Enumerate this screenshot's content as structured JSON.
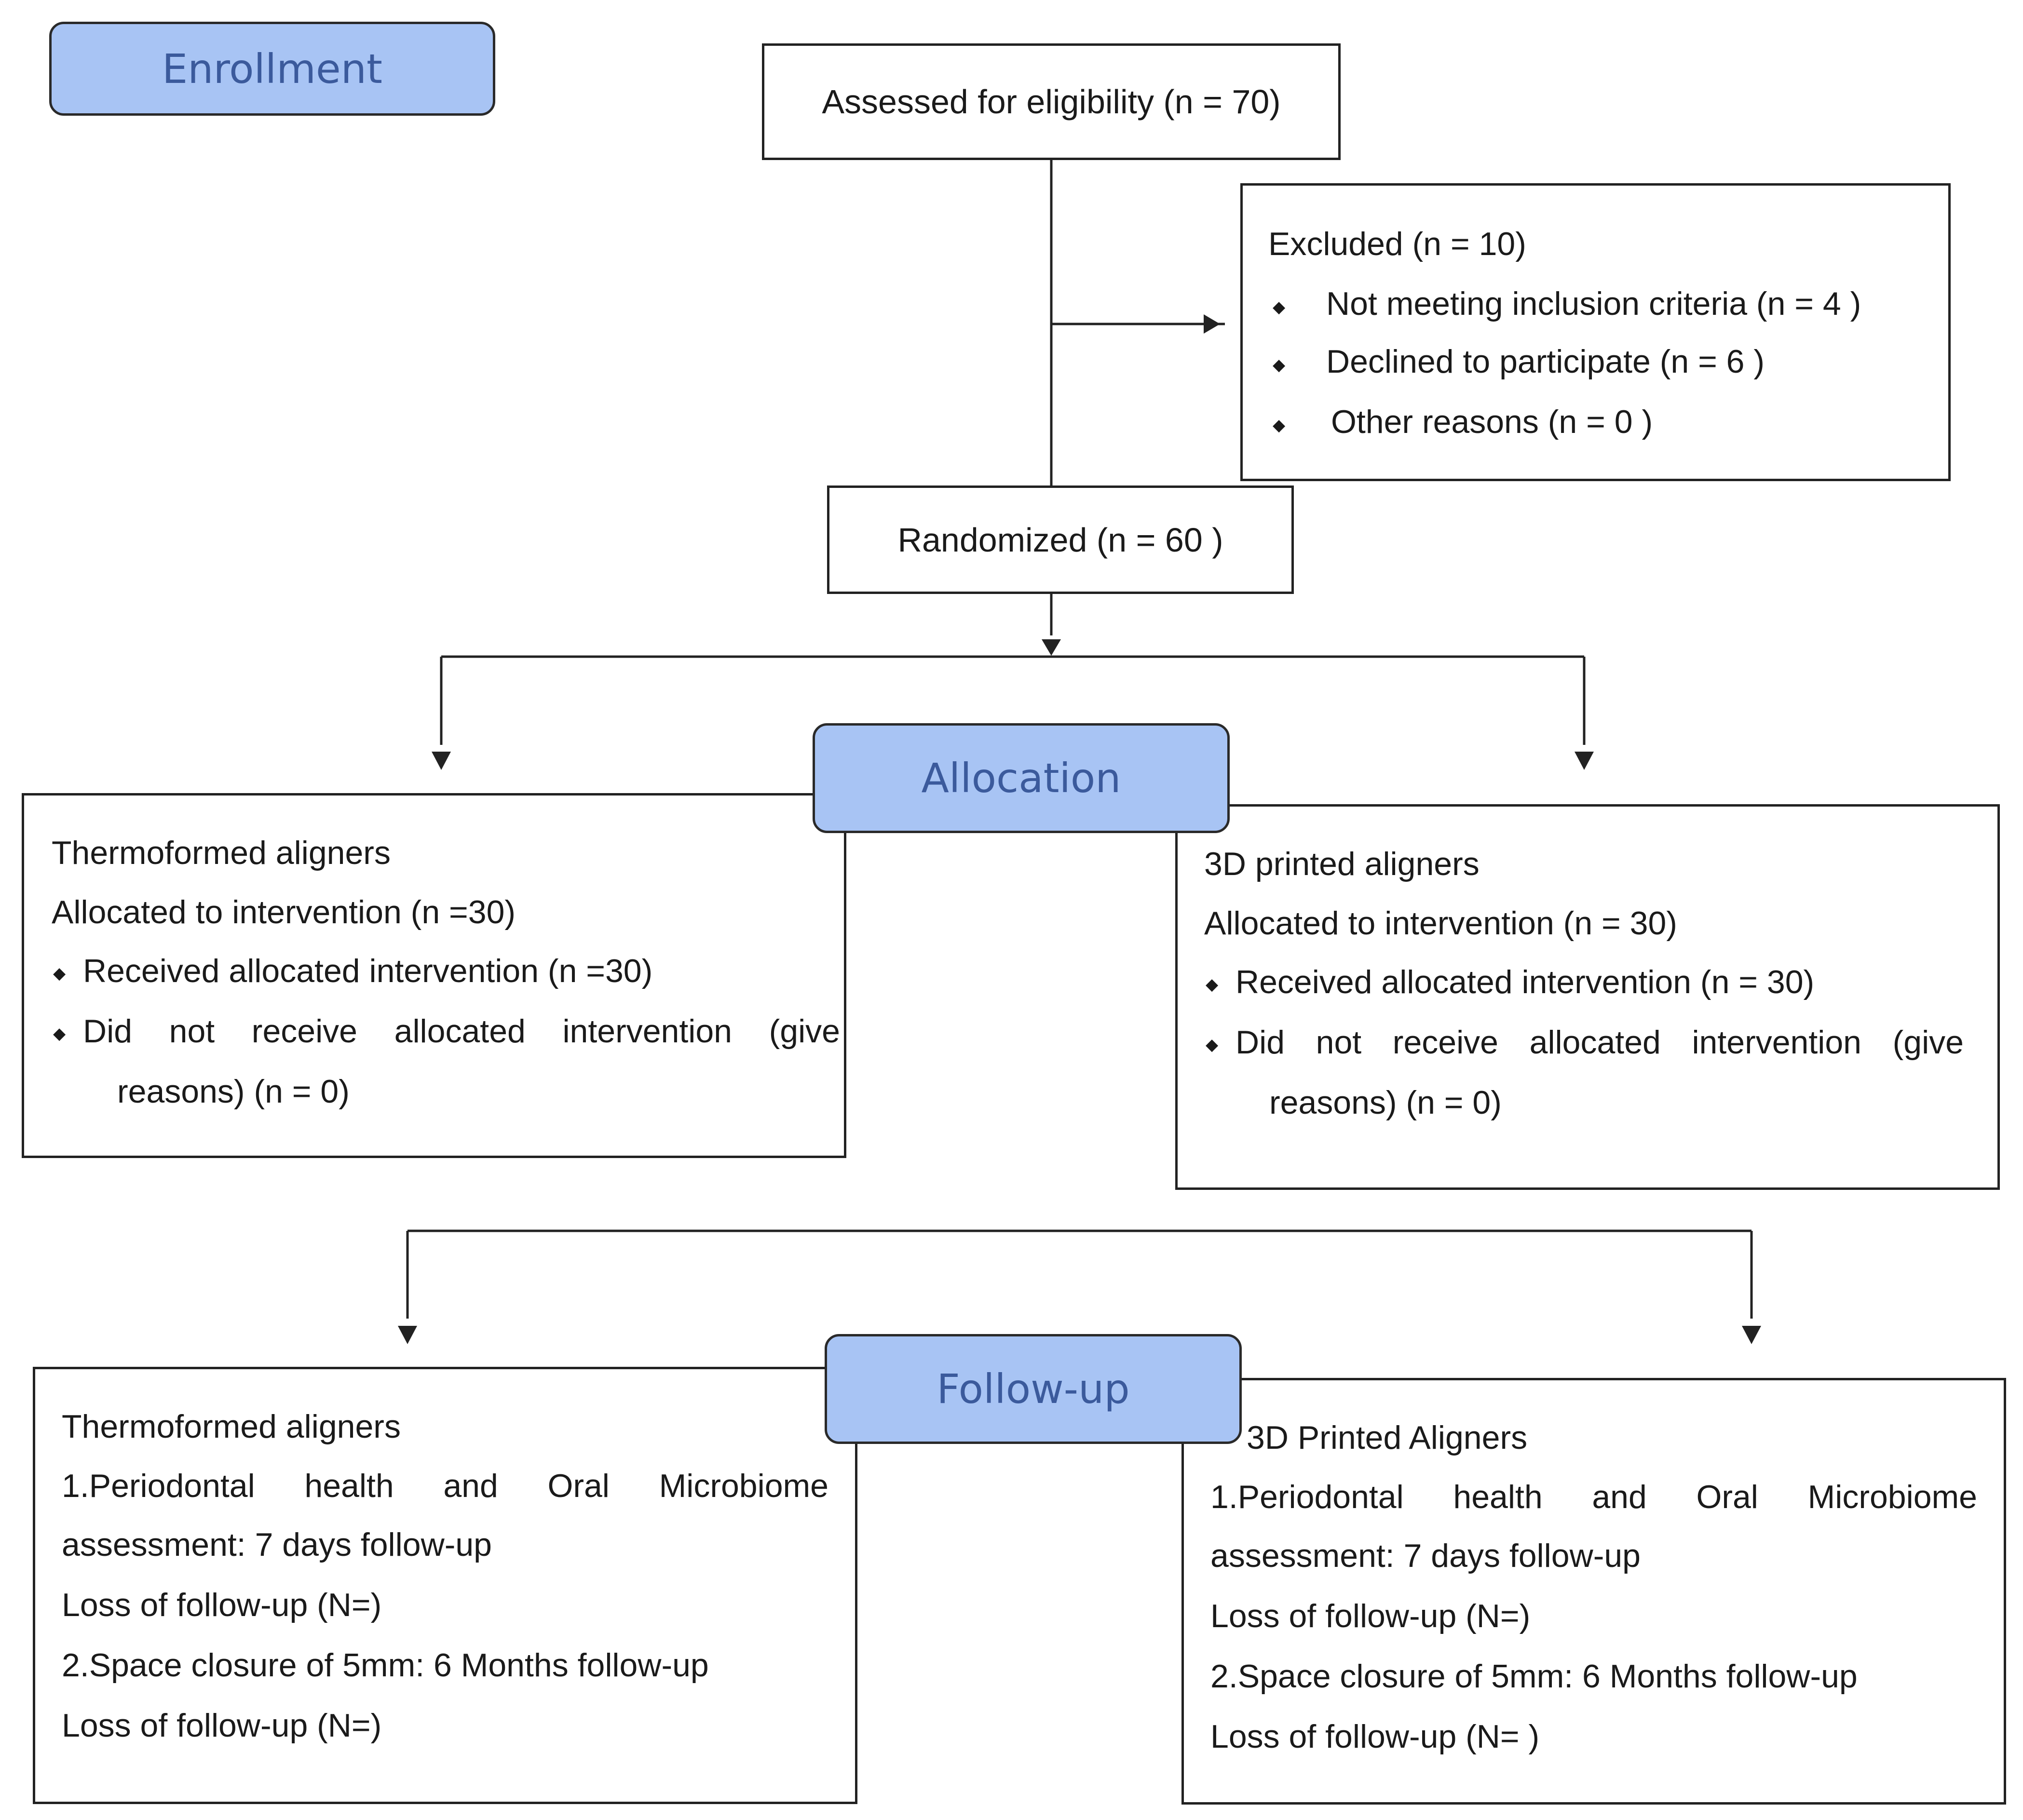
{
  "colors": {
    "stage_fill": "#a8c4f4",
    "stage_text": "#3b5a9c",
    "line": "#222222"
  },
  "stages": {
    "enrollment": "Enrollment",
    "allocation": "Allocation",
    "followup": "Follow-up"
  },
  "assessed": "Assessed for eligibility (n = 70)",
  "excluded": {
    "title": "Excluded (n = 10)",
    "items": [
      "Not meeting inclusion criteria (n = 4 )",
      "Declined to participate (n = 6 )",
      "Other reasons (n = 0 )"
    ]
  },
  "randomized": "Randomized (n = 60 )",
  "allocation_left": {
    "title": "Thermoformed aligners",
    "allocated": "Allocated to intervention (n =30)",
    "received": "Received allocated intervention (n =30)",
    "not_received_words": [
      "Did",
      "not",
      "receive",
      "allocated",
      "intervention",
      "(give"
    ],
    "not_received_cont": "reasons) (n = 0)"
  },
  "allocation_right": {
    "title": "3D printed aligners",
    "allocated": "Allocated to intervention (n = 30)",
    "received": "Received allocated intervention (n = 30)",
    "not_received_words": [
      "Did",
      "not",
      "receive",
      "allocated",
      "intervention",
      "(give"
    ],
    "not_received_cont": "reasons) (n = 0)"
  },
  "followup_left": {
    "title": "Thermoformed aligners",
    "item1_words": [
      "1.Periodontal",
      "health",
      "and",
      "Oral",
      "Microbiome"
    ],
    "item1_cont": "assessment: 7 days follow-up",
    "loss1": "Loss of follow-up (N=)",
    "item2": "2.Space closure of 5mm: 6 Months follow-up",
    "loss2": "Loss of follow-up (N=)"
  },
  "followup_right": {
    "title": "3D Printed Aligners",
    "item1_words": [
      "1.Periodontal",
      "health",
      "and",
      "Oral",
      "Microbiome"
    ],
    "item1_cont": "assessment: 7 days follow-up",
    "loss1": "Loss of follow-up (N=)",
    "item2": "2.Space closure of 5mm: 6 Months follow-up",
    "loss2": "Loss of follow-up (N= )"
  }
}
